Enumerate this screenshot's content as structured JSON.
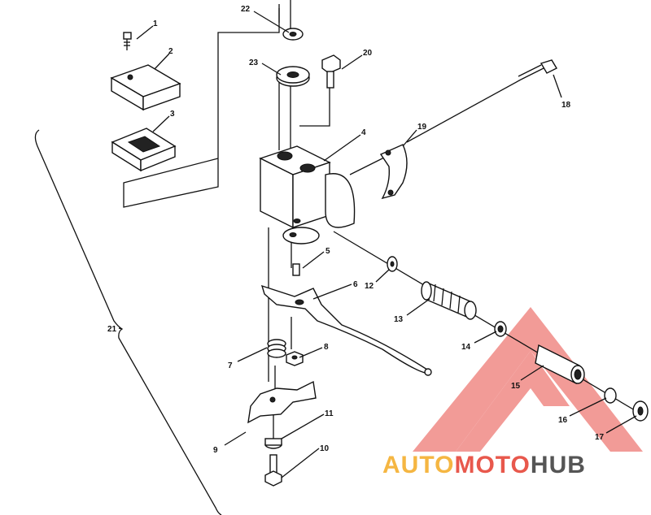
{
  "diagram": {
    "callouts": [
      {
        "id": "c1",
        "text": "1"
      },
      {
        "id": "c2",
        "text": "2"
      },
      {
        "id": "c3",
        "text": "3"
      },
      {
        "id": "c4",
        "text": "4"
      },
      {
        "id": "c5",
        "text": "5"
      },
      {
        "id": "c6",
        "text": "6"
      },
      {
        "id": "c7",
        "text": "7"
      },
      {
        "id": "c8",
        "text": "8"
      },
      {
        "id": "c9",
        "text": "9"
      },
      {
        "id": "c10",
        "text": "10"
      },
      {
        "id": "c11",
        "text": "11"
      },
      {
        "id": "c12",
        "text": "12"
      },
      {
        "id": "c13",
        "text": "13"
      },
      {
        "id": "c14",
        "text": "14"
      },
      {
        "id": "c15",
        "text": "15"
      },
      {
        "id": "c16",
        "text": "16"
      },
      {
        "id": "c17",
        "text": "17"
      },
      {
        "id": "c18",
        "text": "18"
      },
      {
        "id": "c19",
        "text": "19"
      },
      {
        "id": "c20",
        "text": "20"
      },
      {
        "id": "c21",
        "text": "21"
      },
      {
        "id": "c22",
        "text": "22"
      },
      {
        "id": "c23",
        "text": "23"
      }
    ]
  },
  "watermark": {
    "part1": "AUTO",
    "part2": "MOTO",
    "part3": "HUB",
    "color_auto": "#f5b642",
    "color_moto": "#e8584c",
    "color_hub": "#555555",
    "logo_color": "#f08a86"
  }
}
